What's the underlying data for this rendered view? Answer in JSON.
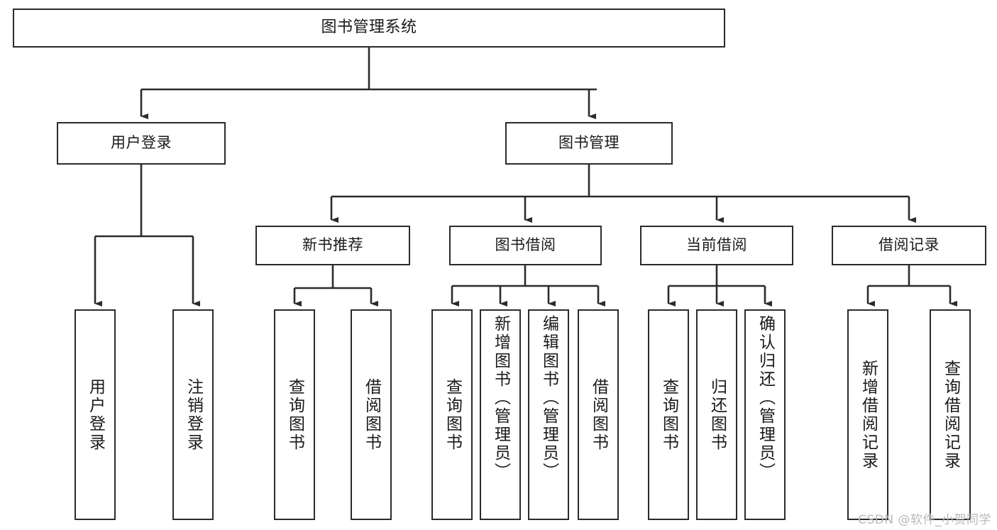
{
  "diagram": {
    "title": "图书管理系统",
    "type": "tree-hierarchy-chart",
    "watermark": "CSDN @软件_小贺同学",
    "colors": {
      "box_border": "#2b2b2b",
      "box_fill": "#ffffff",
      "edge": "#2b2b2b",
      "text": "#1a1a1a",
      "watermark": "#b9b9b9",
      "background": "#ffffff"
    },
    "root": {
      "id": "root",
      "label": "图书管理系统"
    },
    "level2": [
      {
        "id": "user-login",
        "label": "用户登录"
      },
      {
        "id": "book-management",
        "label": "图书管理"
      }
    ],
    "level3": [
      {
        "id": "new-book-recommend",
        "label": "新书推荐",
        "parent": "book-management"
      },
      {
        "id": "book-borrow",
        "label": "图书借阅",
        "parent": "book-management"
      },
      {
        "id": "current-borrow",
        "label": "当前借阅",
        "parent": "book-management"
      },
      {
        "id": "borrow-record",
        "label": "借阅记录",
        "parent": "book-management"
      }
    ],
    "leaves": [
      {
        "id": "leaf-user-login",
        "label": "用户登录",
        "parent": "user-login"
      },
      {
        "id": "leaf-user-logout",
        "label": "注销登录",
        "parent": "user-login"
      },
      {
        "id": "leaf-query-book-1",
        "label": "查询图书",
        "parent": "new-book-recommend"
      },
      {
        "id": "leaf-borrow-book-1",
        "label": "借阅图书",
        "parent": "new-book-recommend"
      },
      {
        "id": "leaf-query-book-2",
        "label": "查询图书",
        "parent": "book-borrow"
      },
      {
        "id": "leaf-add-book",
        "label": "新增图书（管理员）",
        "parent": "book-borrow"
      },
      {
        "id": "leaf-edit-book",
        "label": "编辑图书（管理员）",
        "parent": "book-borrow"
      },
      {
        "id": "leaf-borrow-book-2",
        "label": "借阅图书",
        "parent": "book-borrow"
      },
      {
        "id": "leaf-query-book-3",
        "label": "查询图书",
        "parent": "current-borrow"
      },
      {
        "id": "leaf-return-book",
        "label": "归还图书",
        "parent": "current-borrow"
      },
      {
        "id": "leaf-confirm-return",
        "label": "确认归还（管理员）",
        "parent": "current-borrow"
      },
      {
        "id": "leaf-add-record",
        "label": "新增借阅记录",
        "parent": "borrow-record"
      },
      {
        "id": "leaf-query-record",
        "label": "查询借阅记录",
        "parent": "borrow-record"
      }
    ]
  }
}
